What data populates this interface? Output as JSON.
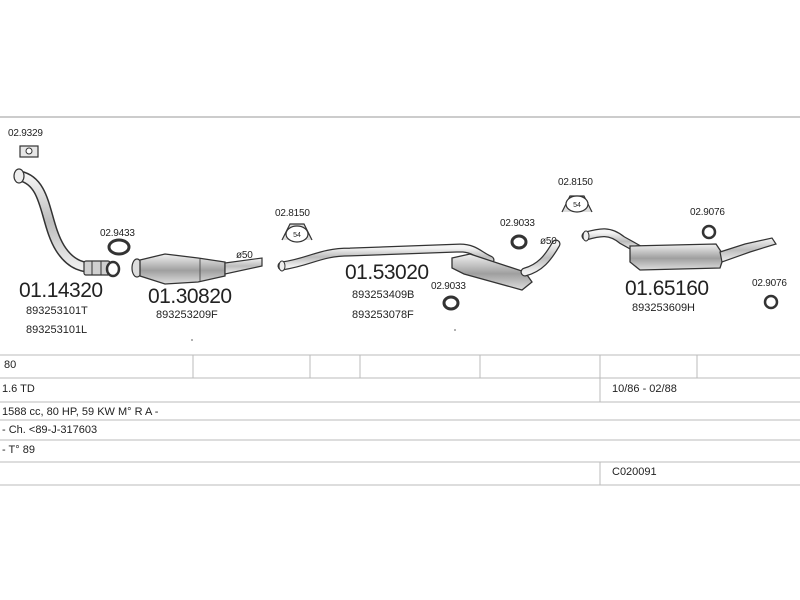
{
  "parts": {
    "clamp_1": "02.9329",
    "clamp_2": "02.9433",
    "hanger_1": "02.8150",
    "hanger_2": "02.8150",
    "clamp_3": "02.9033",
    "clamp_4": "02.9033",
    "clamp_5": "02.9076",
    "clamp_6": "02.9076",
    "hanger_size": "54",
    "front_pipe": "01.14320",
    "front_pipe_oe1": "893253101T",
    "front_pipe_oe2": "893253101L",
    "catalyst": "01.30820",
    "catalyst_oe": "893253209F",
    "middle_silencer": "01.53020",
    "middle_silencer_oe1": "893253409B",
    "middle_silencer_oe2": "893253078F",
    "rear_silencer": "01.65160",
    "rear_silencer_oe": "893253609H",
    "diameter_1": "ø50",
    "diameter_2": "ø50"
  },
  "info": {
    "row1": "80",
    "row2_left": "1.6 TD",
    "row2_right": "10/86 - 02/88",
    "row3": "1588 cc, 80 HP, 59 KW  M° R A -",
    "row4": "- Ch. <89-J-317603",
    "row5": "- T° 89",
    "row6_right": "C020091"
  },
  "colors": {
    "line": "#bbbbbb",
    "part_stroke": "#333333",
    "part_fill": "#d8d8d8"
  }
}
